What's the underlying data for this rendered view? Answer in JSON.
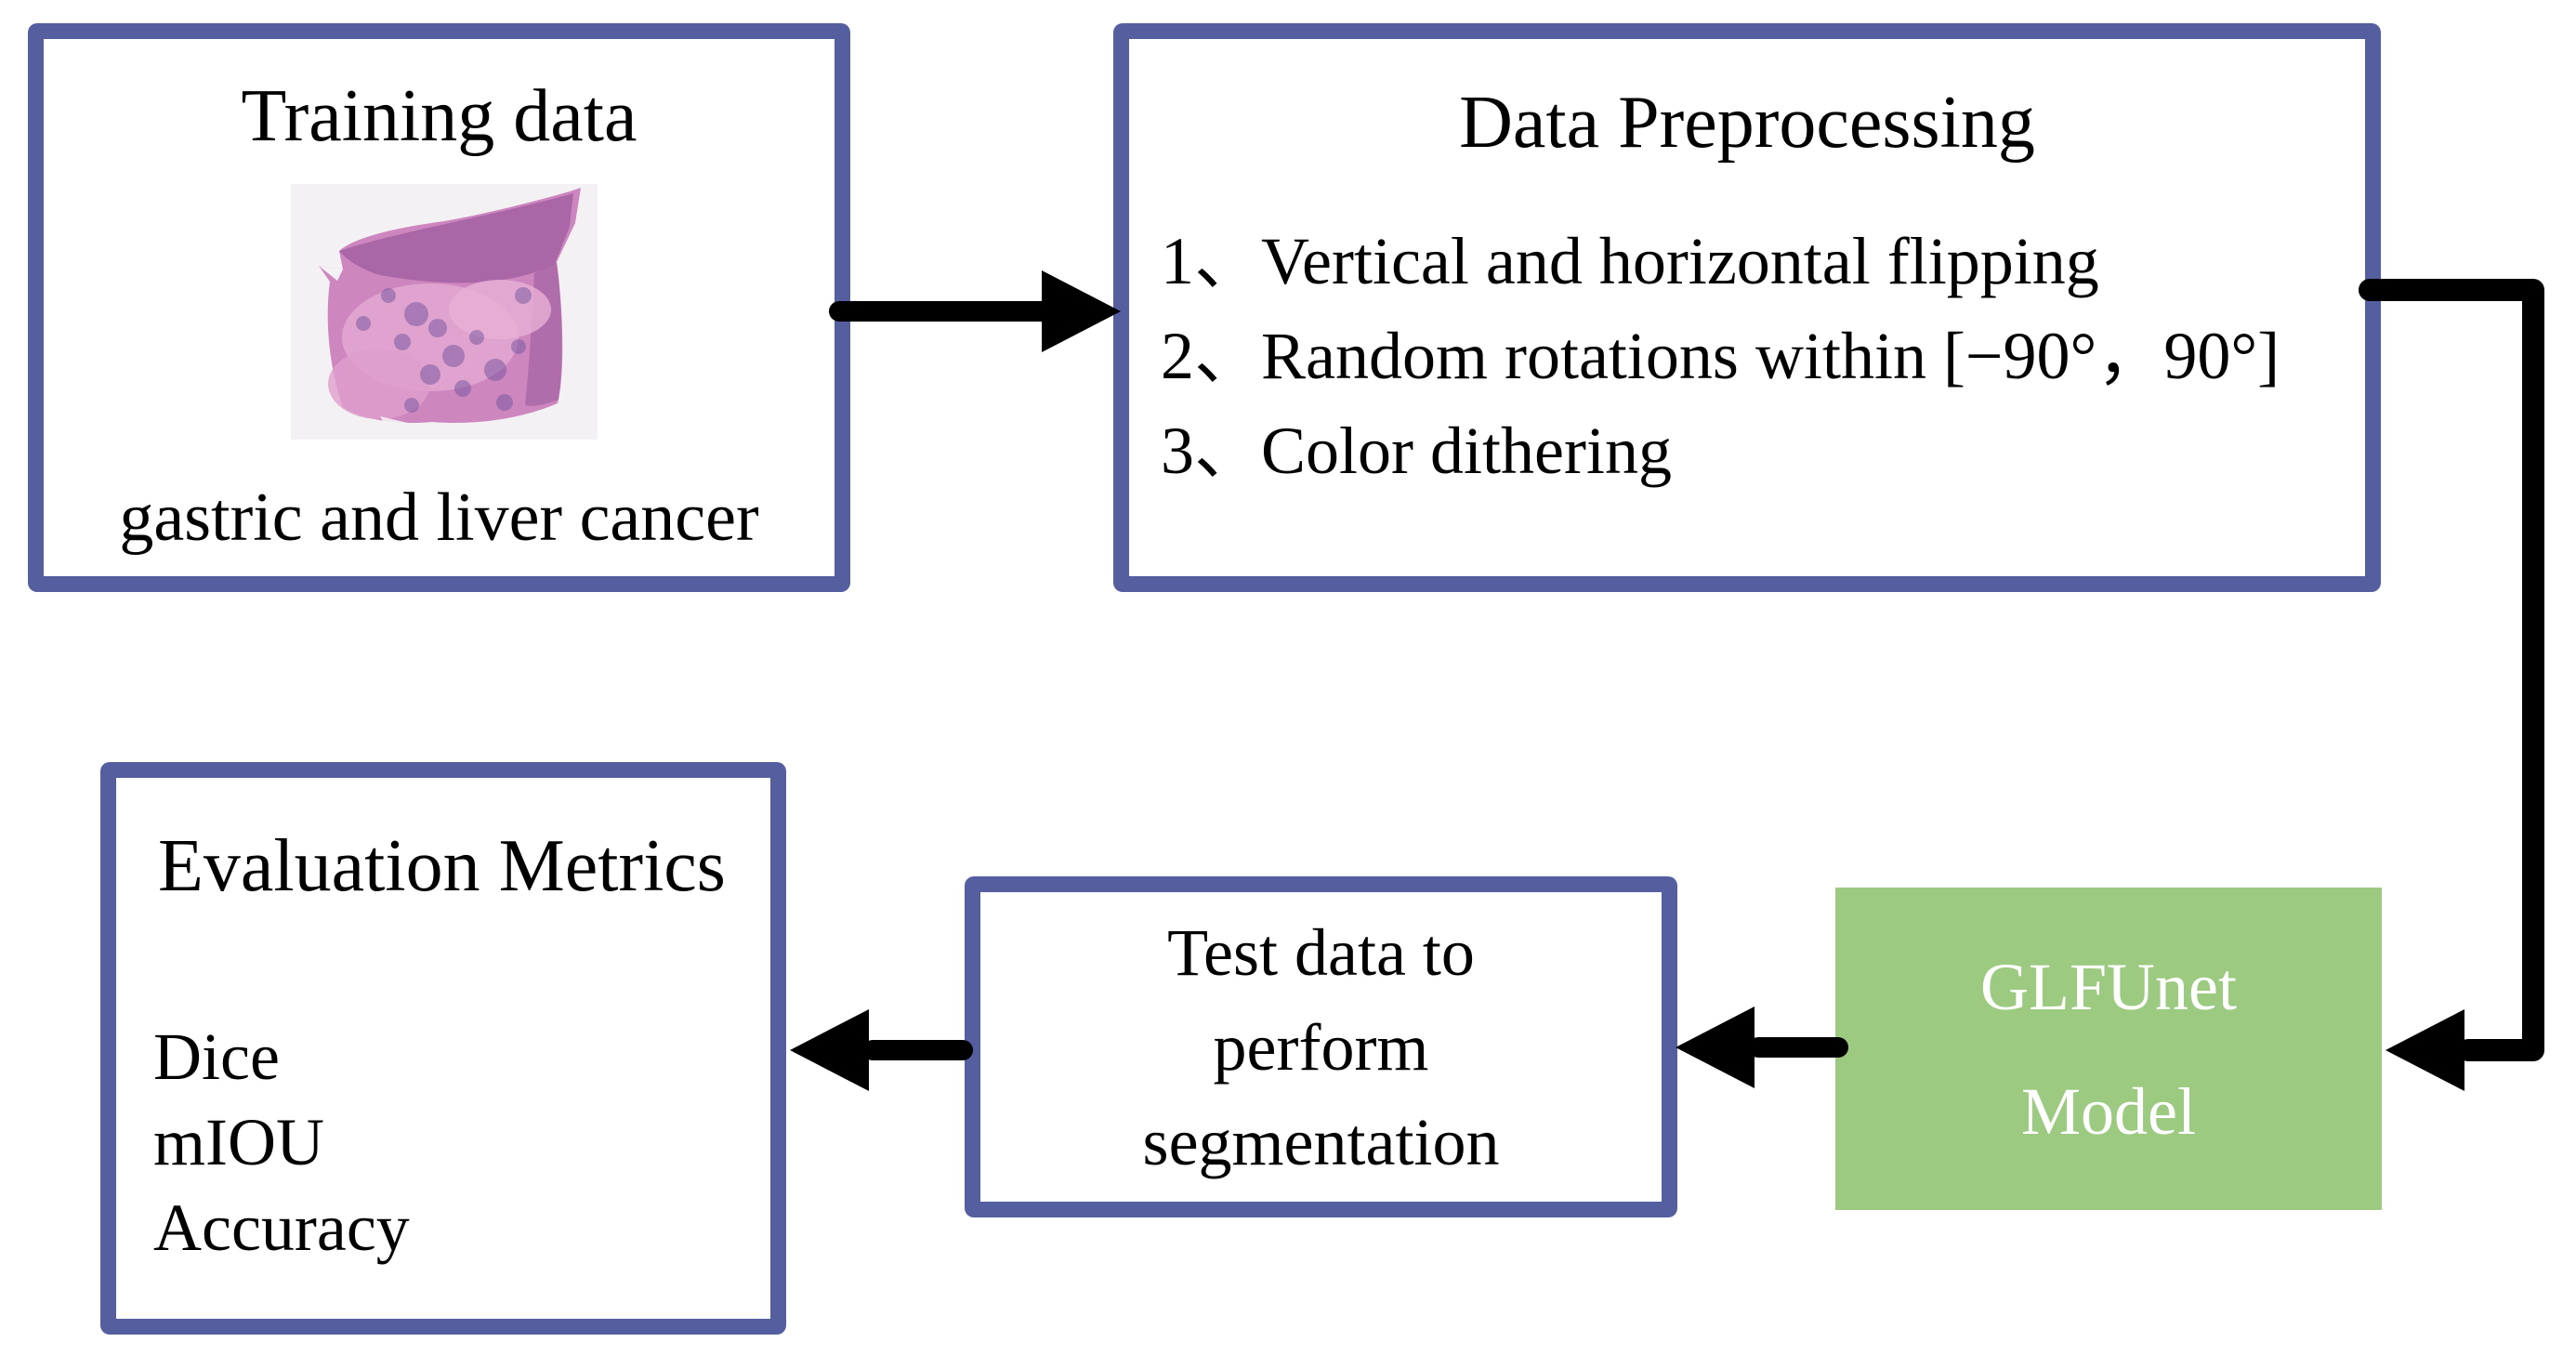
{
  "colors": {
    "box_border": "#555fa0",
    "model_fill": "#9bca80",
    "model_text": "#ffffff",
    "arrow": "#000000",
    "text": "#000000",
    "background": "#ffffff"
  },
  "training_box": {
    "title": "Training data",
    "image_name": "histology-slide",
    "caption": "gastric and liver cancer"
  },
  "preprocessing_box": {
    "title": "Data Preprocessing",
    "items": [
      "1、Vertical and horizontal flipping",
      "2、Random rotations within [−90°，90°]",
      "3、Color dithering"
    ]
  },
  "model_box": {
    "lines": [
      "GLFUnet",
      "Model"
    ]
  },
  "test_box": {
    "lines": [
      "Test data to",
      "perform",
      "segmentation"
    ]
  },
  "evaluation_box": {
    "title": "Evaluation Metrics",
    "metrics": [
      "Dice",
      "mIOU",
      "Accuracy"
    ]
  }
}
